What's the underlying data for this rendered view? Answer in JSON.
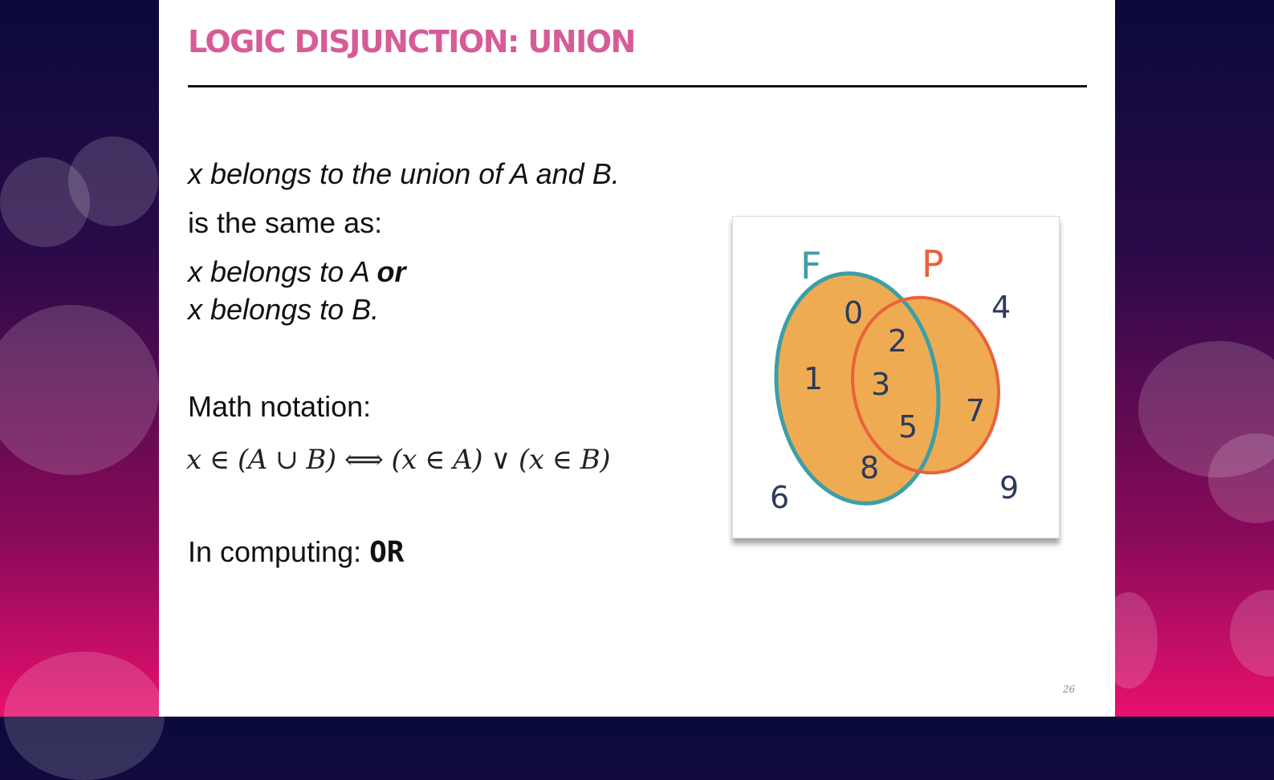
{
  "slide": {
    "title": "LOGIC DISJUNCTION: UNION",
    "line1": "x belongs to the union of A and B.",
    "line2": "is the same as:",
    "line3_main": "x belongs to A ",
    "line3_bold": "or",
    "line4": "x belongs to B.",
    "math_label": "Math notation:",
    "math_formula": "x ∈ (A ∪ B) ⟺ (x ∈ A) ∨ (x ∈ B)",
    "computing_label": "In computing: ",
    "computing_value": "OR",
    "page_number": "26"
  },
  "venn": {
    "label_f": "F",
    "label_p": "P",
    "numbers": {
      "n0": "0",
      "n1": "1",
      "n2": "2",
      "n3": "3",
      "n4": "4",
      "n5": "5",
      "n6": "6",
      "n7": "7",
      "n8": "8",
      "n9": "9"
    },
    "colors": {
      "fill": "#efab52",
      "set_f_outline": "#3d9ea8",
      "set_p_outline": "#e8623c",
      "numbers": "#2c3a5c"
    }
  }
}
